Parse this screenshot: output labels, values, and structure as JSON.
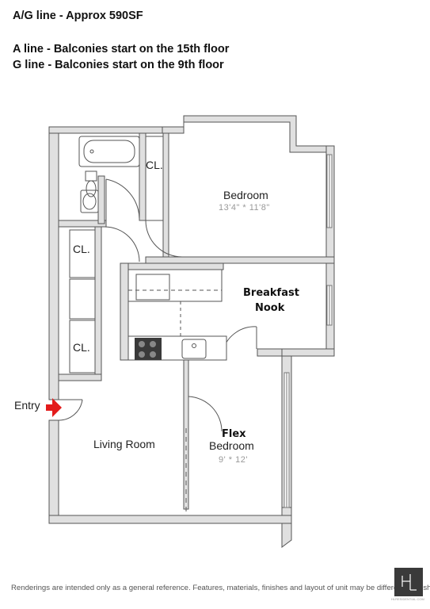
{
  "header": {
    "line1": "A/G line - Approx 590SF",
    "line2": "A line - Balconies start on the 15th floor",
    "line3": "G line - Balconies start on the 9th floor"
  },
  "rooms": {
    "bedroom": {
      "name": "Bedroom",
      "dims": "13'4\" * 11'8\""
    },
    "breakfast": {
      "line1": "Breakfast",
      "line2": "Nook"
    },
    "living": {
      "name": "Living Room"
    },
    "flex": {
      "line1": "Flex",
      "line2": "Bedroom",
      "dims": "9' * 12'"
    },
    "closets": [
      "CL.",
      "CL.",
      "CL."
    ],
    "entry": "Entry"
  },
  "colors": {
    "wall": "#e0e0e0",
    "outline": "#555555",
    "arrow": "#e31b1b",
    "logo": "#3a3a3a"
  },
  "footer": "Renderings are intended only as a general reference. Features, materials, finishes and layout of unit may be different than shown.",
  "logo": {
    "text": "HL",
    "caption": "HLRESIDENTIAL.COM"
  }
}
